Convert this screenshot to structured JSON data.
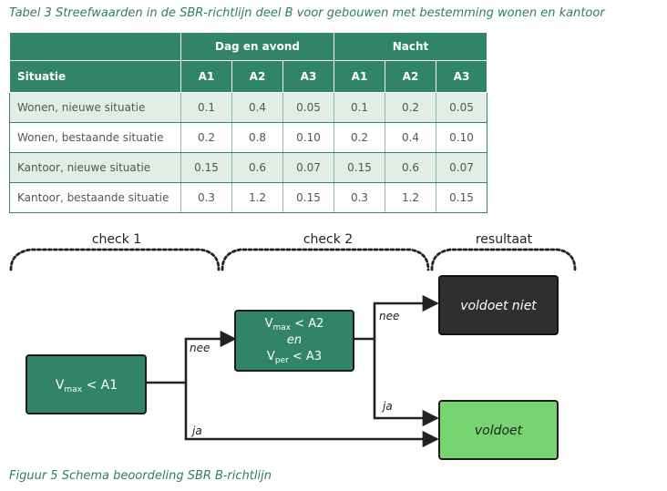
{
  "table_caption": "Tabel 3 Streefwaarden in de SBR-richtlijn deel B voor gebouwen met bestemming wonen en kantoor",
  "table": {
    "group_headers": [
      "Dag en avond",
      "Nacht"
    ],
    "situatie_header": "Situatie",
    "sub_headers": [
      "A1",
      "A2",
      "A3",
      "A1",
      "A2",
      "A3"
    ],
    "rows": [
      {
        "label": "Wonen, nieuwe situatie",
        "values": [
          "0.1",
          "0.4",
          "0.05",
          "0.1",
          "0.2",
          "0.05"
        ]
      },
      {
        "label": "Wonen, bestaande situatie",
        "values": [
          "0.2",
          "0.8",
          "0.10",
          "0.2",
          "0.4",
          "0.10"
        ]
      },
      {
        "label": "Kantoor, nieuwe situatie",
        "values": [
          "0.15",
          "0.6",
          "0.07",
          "0.15",
          "0.6",
          "0.07"
        ]
      },
      {
        "label": "Kantoor, bestaande situatie",
        "values": [
          "0.3",
          "1.2",
          "0.15",
          "0.3",
          "1.2",
          "0.15"
        ]
      }
    ]
  },
  "diagram": {
    "sections": [
      "check 1",
      "check 2",
      "resultaat"
    ],
    "check1": {
      "var": "V",
      "sub": "max",
      "rest": " < A1"
    },
    "check2": {
      "line1_var": "V",
      "line1_sub": "max",
      "line1_rest": " < A2",
      "line2": "en",
      "line3_var": "V",
      "line3_sub": "per",
      "line3_rest": " < A3"
    },
    "result_fail": "voldoet niet",
    "result_pass": "voldoet",
    "edge_labels": {
      "nee_1": "nee",
      "ja_1": "ja",
      "nee_2": "nee",
      "ja_2": "ja"
    },
    "colors": {
      "green_dark": "#318467",
      "green_light": "#76d571",
      "black_box": "#2e2f2e"
    }
  },
  "figure_caption": "Figuur 5 Schema beoordeling SBR B-richtlijn"
}
